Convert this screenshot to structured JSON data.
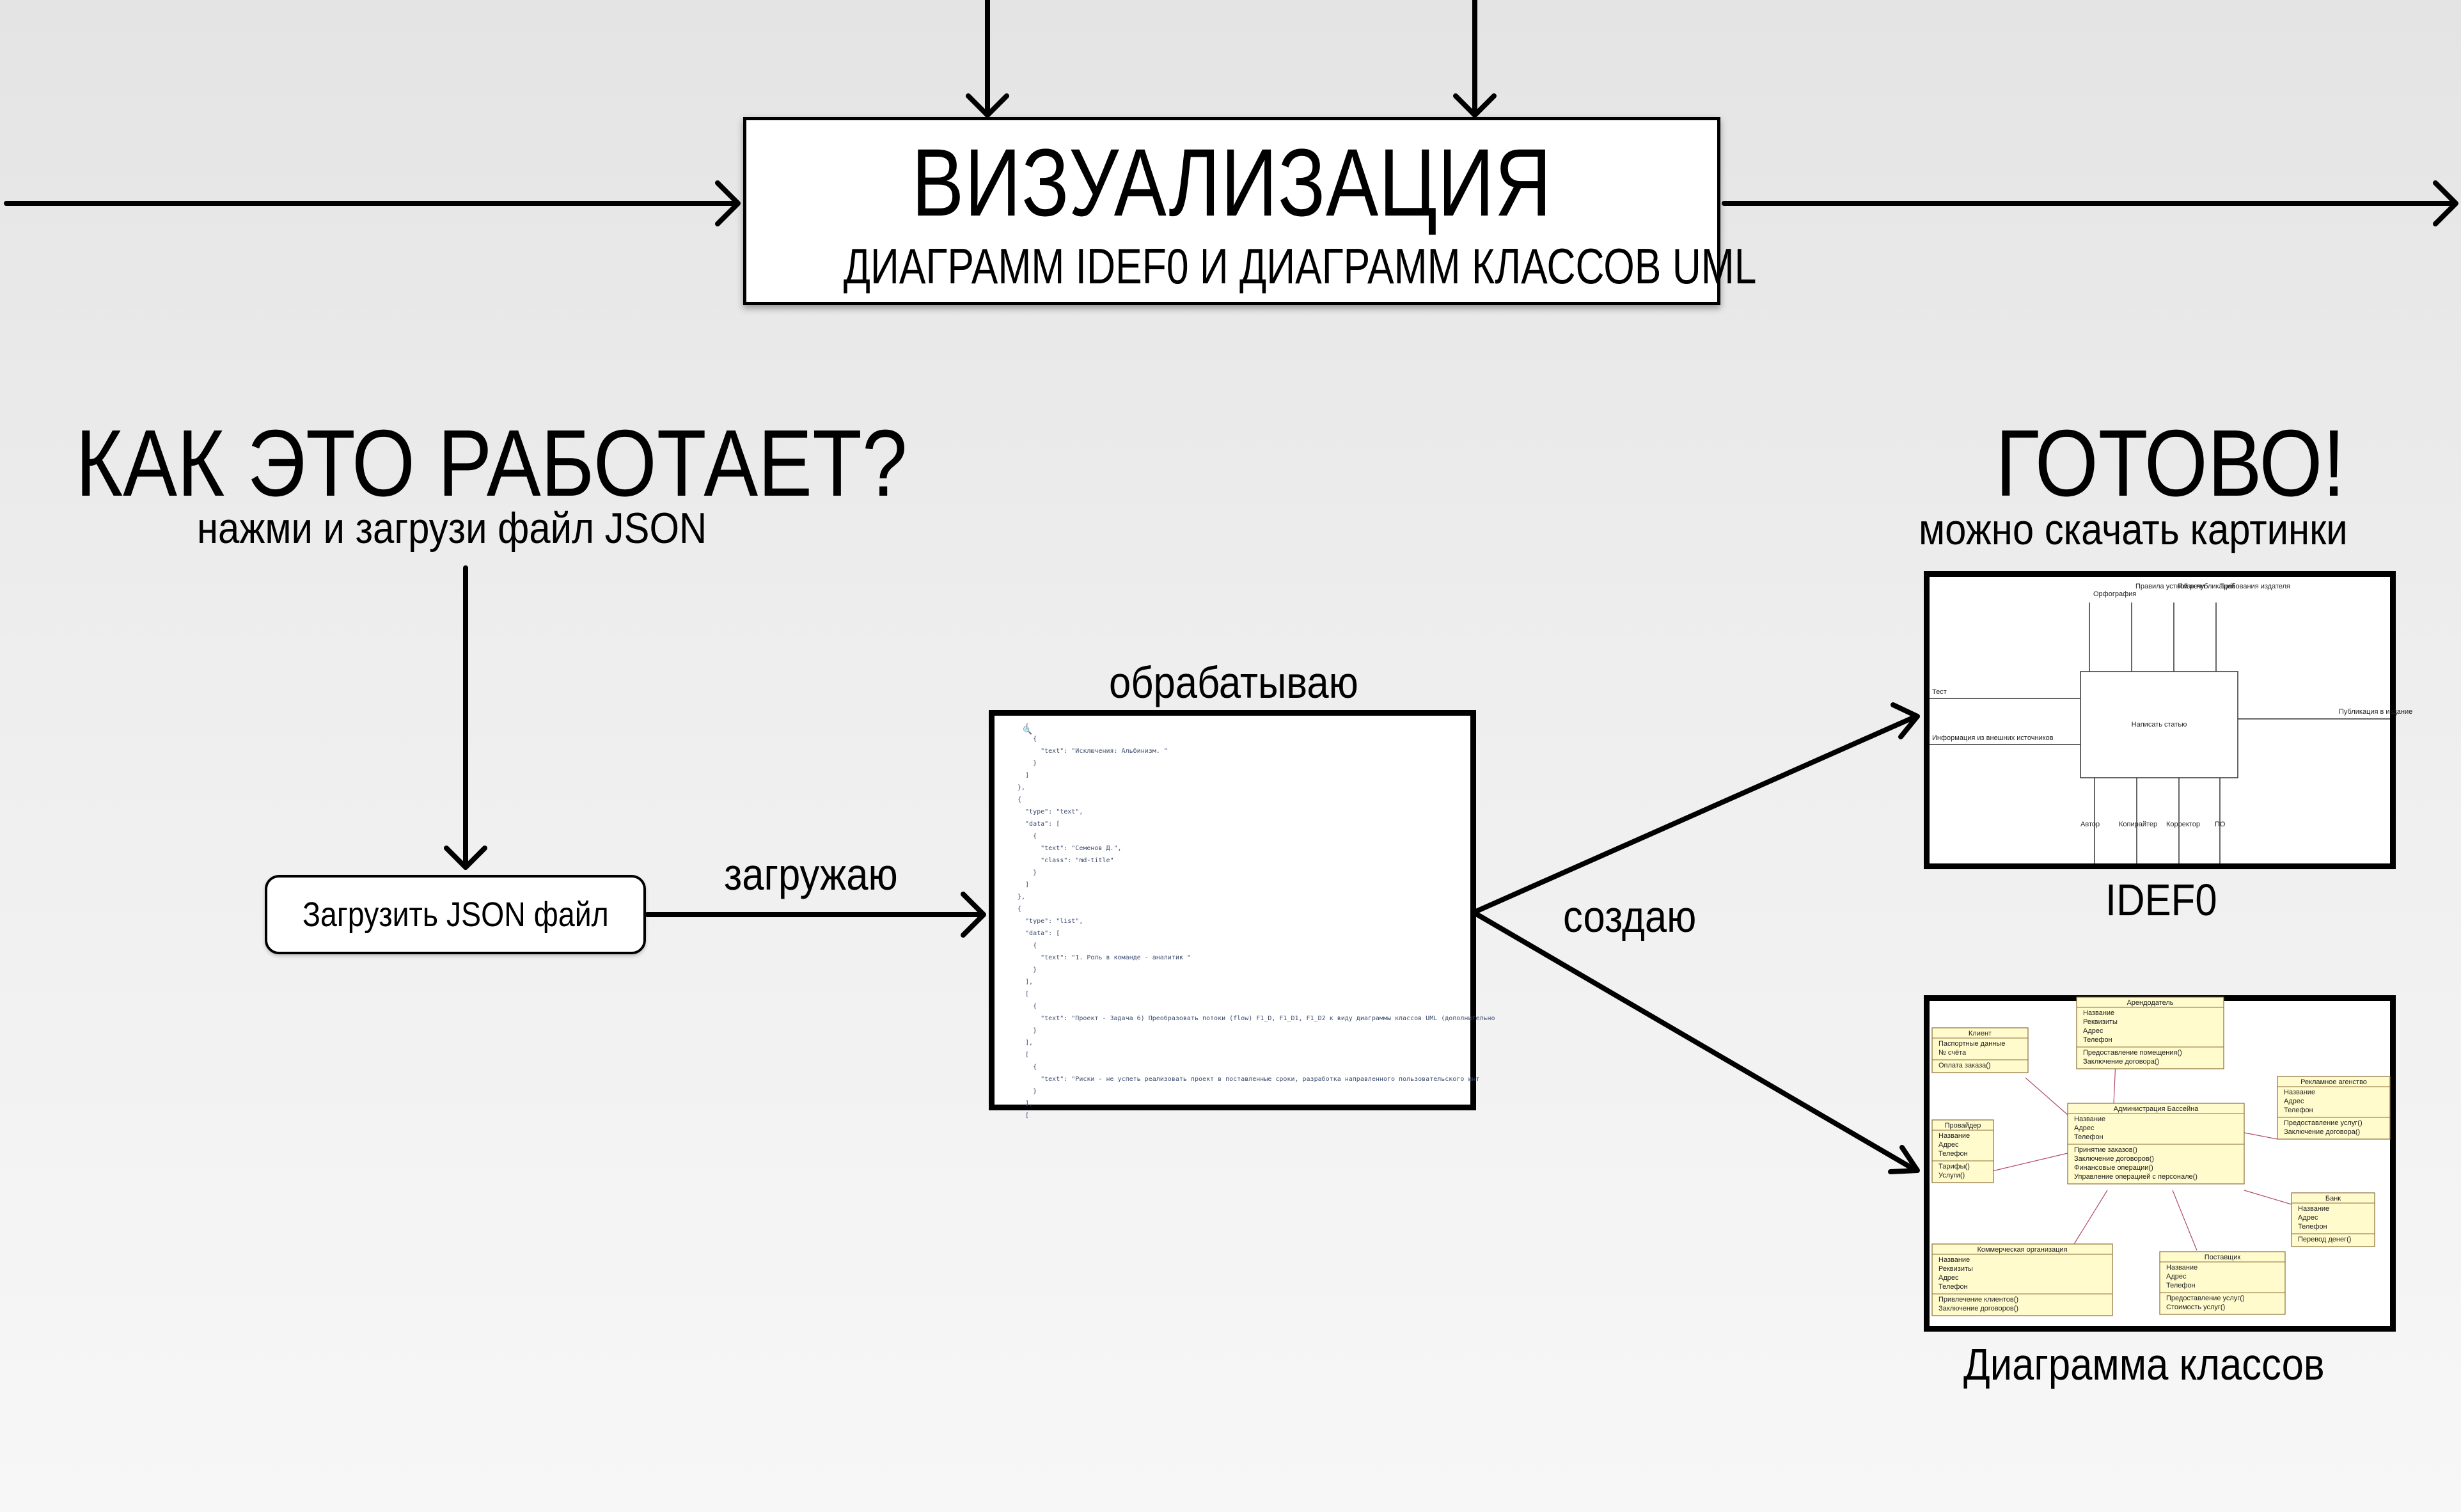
{
  "header": {
    "title": "ВИЗУАЛИЗАЦИЯ",
    "subtitle": "ДИАГРАММ IDEF0 И ДИАГРАММ КЛАССОВ UML"
  },
  "left": {
    "heading": "КАК ЭТО РАБОТАЕТ?",
    "instruction": "нажми и загрузи файл JSON",
    "upload_button": "Загрузить JSON файл"
  },
  "middle": {
    "arrow_label_upload": "загружаю",
    "processing_label": "обрабатываю",
    "arrow_label_create": "создаю",
    "json_preview": [
      "  [",
      "    {",
      "      \"text\": \"Исключения: Альбинизм. \"",
      "    }",
      "  ]",
      "},",
      "{",
      "  \"type\": \"text\",",
      "  \"data\": [",
      "    {",
      "      \"text\": \"Семенов Д.\",",
      "      \"class\": \"md-title\"",
      "    }",
      "  ]",
      "},",
      "{",
      "  \"type\": \"list\",",
      "  \"data\": [",
      "    {",
      "      \"text\": \"1. Роль в команде - аналитик \"",
      "    }",
      "  ],",
      "  [",
      "    {",
      "      \"text\": \"Проект - Задача 6) Преобразовать потоки (flow) F1_D, F1_D1, F1_D2 к виду диаграммы классов UML (дополнительно",
      "    }",
      "  ],",
      "  [",
      "    {",
      "      \"text\": \"Риски - не успеть реализовать проект в поставленные сроки, разработка направленного пользовательского инт",
      "    }",
      "  ],",
      "  ["
    ]
  },
  "right": {
    "heading": "ГОТОВО!",
    "subheading": "можно скачать картинки",
    "idef0_caption": "IDEF0",
    "class_caption": "Диаграмма классов",
    "idef0": {
      "box": "Написать статью",
      "inputs": [
        "Тест",
        "Информация из внешних источников"
      ],
      "controls": [
        "Орфография",
        "Правила устной речи",
        "План публикаций",
        "Требования издателя"
      ],
      "mechanisms": [
        "Автор",
        "Копирайтер",
        "Корректор",
        "ПО"
      ],
      "outputs": [
        "Публикация в издание"
      ]
    },
    "uml_classes": [
      {
        "name": "Арендодатель",
        "attrs": [
          "Название",
          "Реквизиты",
          "Адрес",
          "Телефон"
        ],
        "ops": [
          "Предоставление помещения()",
          "Заключение договора()"
        ]
      },
      {
        "name": "Клиент",
        "attrs": [
          "Паспортные данные",
          "№ счёта"
        ],
        "ops": [
          "Оплата заказа()"
        ]
      },
      {
        "name": "Рекламное агенство",
        "attrs": [
          "Название",
          "Адрес",
          "Телефон"
        ],
        "ops": [
          "Предоставление услуг()",
          "Заключение договора()"
        ]
      },
      {
        "name": "Администрация Бассейна",
        "attrs": [
          "Название",
          "Адрес",
          "Телефон"
        ],
        "ops": [
          "Принятие заказов()",
          "Заключение договоров()",
          "Финансовые операции()",
          "Управление операцией с персонале()"
        ]
      },
      {
        "name": "Провайдер",
        "attrs": [
          "Название",
          "Адрес",
          "Телефон"
        ],
        "ops": [
          "Тарифы()",
          "Услуги()"
        ]
      },
      {
        "name": "Банк",
        "attrs": [
          "Название",
          "Адрес",
          "Телефон"
        ],
        "ops": [
          "Перевод денег()"
        ]
      },
      {
        "name": "Коммерческая организация",
        "attrs": [
          "Название",
          "Реквизиты",
          "Адрес",
          "Телефон"
        ],
        "ops": [
          "Привлечение клиентов()",
          "Заключение договоров()"
        ]
      },
      {
        "name": "Поставщик",
        "attrs": [
          "Название",
          "Адрес",
          "Телефон"
        ],
        "ops": [
          "Предоставление услуг()",
          "Стоимость услуг()"
        ]
      }
    ]
  }
}
